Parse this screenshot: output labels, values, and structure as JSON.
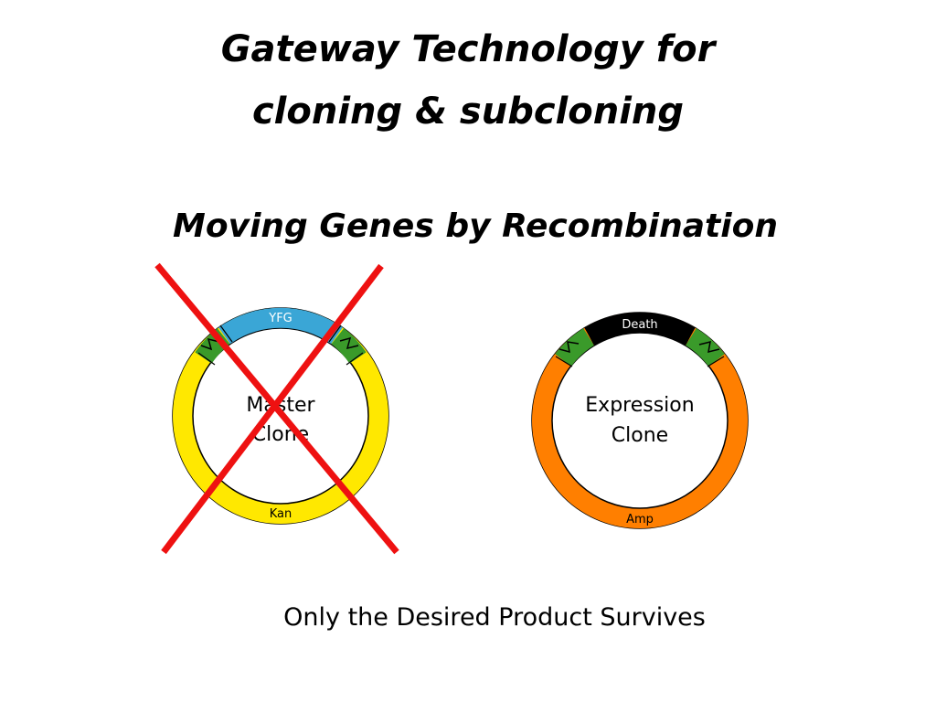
{
  "slide": {
    "title_line_1": "Gateway Technology for",
    "title_line_2": "cloning & subcloning",
    "subtitle": "Moving Genes by Recombination",
    "caption": "Only the Desired Product Survives"
  },
  "plasmids": {
    "master": {
      "label_line_1": "Master",
      "label_line_2": "Clone",
      "insert_label": "YFG",
      "marker_label": "Kan",
      "crossed_out": true
    },
    "expression": {
      "label_line_1": "Expression",
      "label_line_2": "Clone",
      "insert_label": "Death",
      "marker_label": "Amp",
      "crossed_out": false
    }
  },
  "colors": {
    "master_backbone": "#FFE800",
    "master_insert": "#3AA6D6",
    "expression_backbone": "#FF7F00",
    "expression_insert": "#000000",
    "recombination_site": "#3A9A2A",
    "cross_mark": "#EE1111"
  }
}
